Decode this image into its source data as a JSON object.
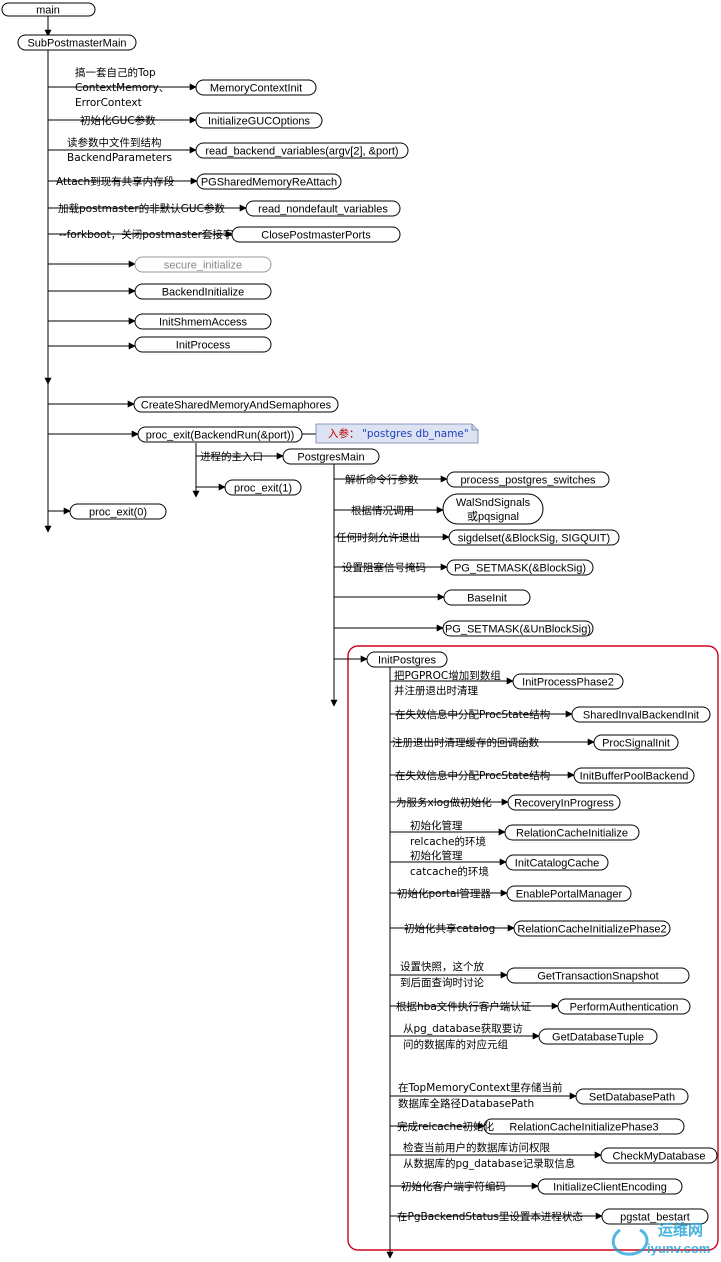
{
  "boxes": {
    "main": "main",
    "sub_postmaster_main": "SubPostmasterMain",
    "memory_context_init": "MemoryContextInit",
    "initialize_guc_options": "InitializeGUCOptions",
    "read_backend_variables": "read_backend_variables(argv[2], &port)",
    "pg_shared_memory_reattach": "PGSharedMemoryReAttach",
    "read_nondefault_variables": "read_nondefault_variables",
    "close_postmaster_ports": "ClosePostmasterPorts",
    "secure_initialize": "secure_initialize",
    "backend_initialize": "BackendInitialize",
    "init_shmem_access": "InitShmemAccess",
    "init_process": "InitProcess",
    "create_shared_memory": "CreateSharedMemoryAndSemaphores",
    "proc_exit_backend_run": "proc_exit(BackendRun(&port))",
    "postgres_main": "PostgresMain",
    "proc_exit_1": "proc_exit(1)",
    "proc_exit_0": "proc_exit(0)",
    "process_postgres_switches": "process_postgres_switches",
    "wal_snd_signals_1": "WalSndSignals",
    "wal_snd_signals_2": "或pqsignal",
    "sigdelset": "sigdelset(&BlockSig, SIGQUIT)",
    "pg_setmask_block": "PG_SETMASK(&BlockSig)",
    "base_init": "BaseInit",
    "pg_setmask_unblock": "PG_SETMASK(&UnBlockSig)",
    "init_postgres": "InitPostgres",
    "init_process_phase2": "InitProcessPhase2",
    "shared_inval_backend_init": "SharedInvalBackendInit",
    "proc_signal_init": "ProcSignalInit",
    "init_buffer_pool_backend": "InitBufferPoolBackend",
    "recovery_in_progress": "RecoveryInProgress",
    "relation_cache_initialize": "RelationCacheInitialize",
    "init_catalog_cache": "InitCatalogCache",
    "enable_portal_manager": "EnablePortalManager",
    "relation_cache_initialize_phase2": "RelationCacheInitializePhase2",
    "get_transaction_snapshot": "GetTransactionSnapshot",
    "perform_authentication": "PerformAuthentication",
    "get_database_tuple": "GetDatabaseTuple",
    "set_database_path": "SetDatabasePath",
    "relation_cache_initialize_phase3": "RelationCacheInitializePhase3",
    "check_my_database": "CheckMyDatabase",
    "initialize_client_encoding": "InitializeClientEncoding",
    "pgstat_bestart": "pgstat_bestart"
  },
  "labels": {
    "top_context_1": "搞一套自己的Top",
    "top_context_2": "ContextMemory、",
    "top_context_3": "ErrorContext",
    "init_guc": "初始化GUC参数",
    "read_params_1": "读参数中文件到结构",
    "read_params_2": "BackendParameters",
    "attach_shmem": "Attach到现有共享内存段",
    "load_nondefault": "加载postmaster的非默认GUC参数",
    "forkboot": "--forkboot，关闭postmaster套接字",
    "process_entry": "进程的主入口",
    "parse_cmdline": "解析命令行参数",
    "by_situation": "根据情况调用",
    "allow_exit": "任何时刻允许退出",
    "set_block_mask": "设置阻塞信号掩码",
    "pgproc_1": "把PGPROC增加到数组",
    "pgproc_2": "并注册退出时清理",
    "procstate_1": "在失效信息中分配ProcState结构",
    "register_cleanup": "注册退出时清理缓存的回调函数",
    "procstate_2": "在失效信息中分配ProcState结构",
    "xlog_init": "为服务xlog做初始化",
    "relcache_env_1": "初始化管理",
    "relcache_env_2": "relcache的环境",
    "catcache_env_1": "初始化管理",
    "catcache_env_2": "catcache的环境",
    "portal_mgr": "初始化portal管理器",
    "shared_catalog": "初始化共享catalog",
    "snapshot_1": "设置快照，这个放",
    "snapshot_2": "到后面查询时讨论",
    "hba_auth": "根据hba文件执行客户端认证",
    "db_tuple_1": "从pg_database获取要访",
    "db_tuple_2": "问的数据库的对应元组",
    "db_path_1": "在TopMemoryContext里存储当前",
    "db_path_2": "数据库全路径DatabasePath",
    "relcache_done": "完成relcache初始化",
    "check_db_1": "检查当前用户的数据库访问权限",
    "check_db_2": "从数据库的pg_database记录取信息",
    "client_encoding": "初始化客户端字符编码",
    "backend_status": "在PgBackendStatus里设置本进程状态"
  },
  "note": {
    "prefix": "入参：",
    "value": "\"postgres db_name\""
  },
  "watermark": {
    "cn": "运维网",
    "site": "iyunv.com"
  },
  "colors": {
    "line": "#000000",
    "highlight_border": "#d0021b",
    "note_fill": "#dde3f3",
    "note_prefix": "#c00000",
    "note_value": "#1f3fbf",
    "disabled_text": "#888888",
    "watermark": "#1a9fd8"
  }
}
